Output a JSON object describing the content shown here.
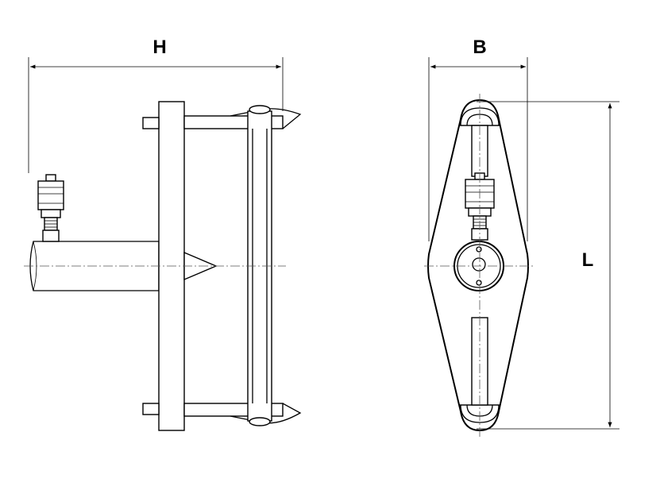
{
  "drawing": {
    "dimensions": {
      "h_label": "H",
      "b_label": "B",
      "l_label": "L"
    },
    "colors": {
      "line": "#000000",
      "background": "#ffffff"
    }
  }
}
